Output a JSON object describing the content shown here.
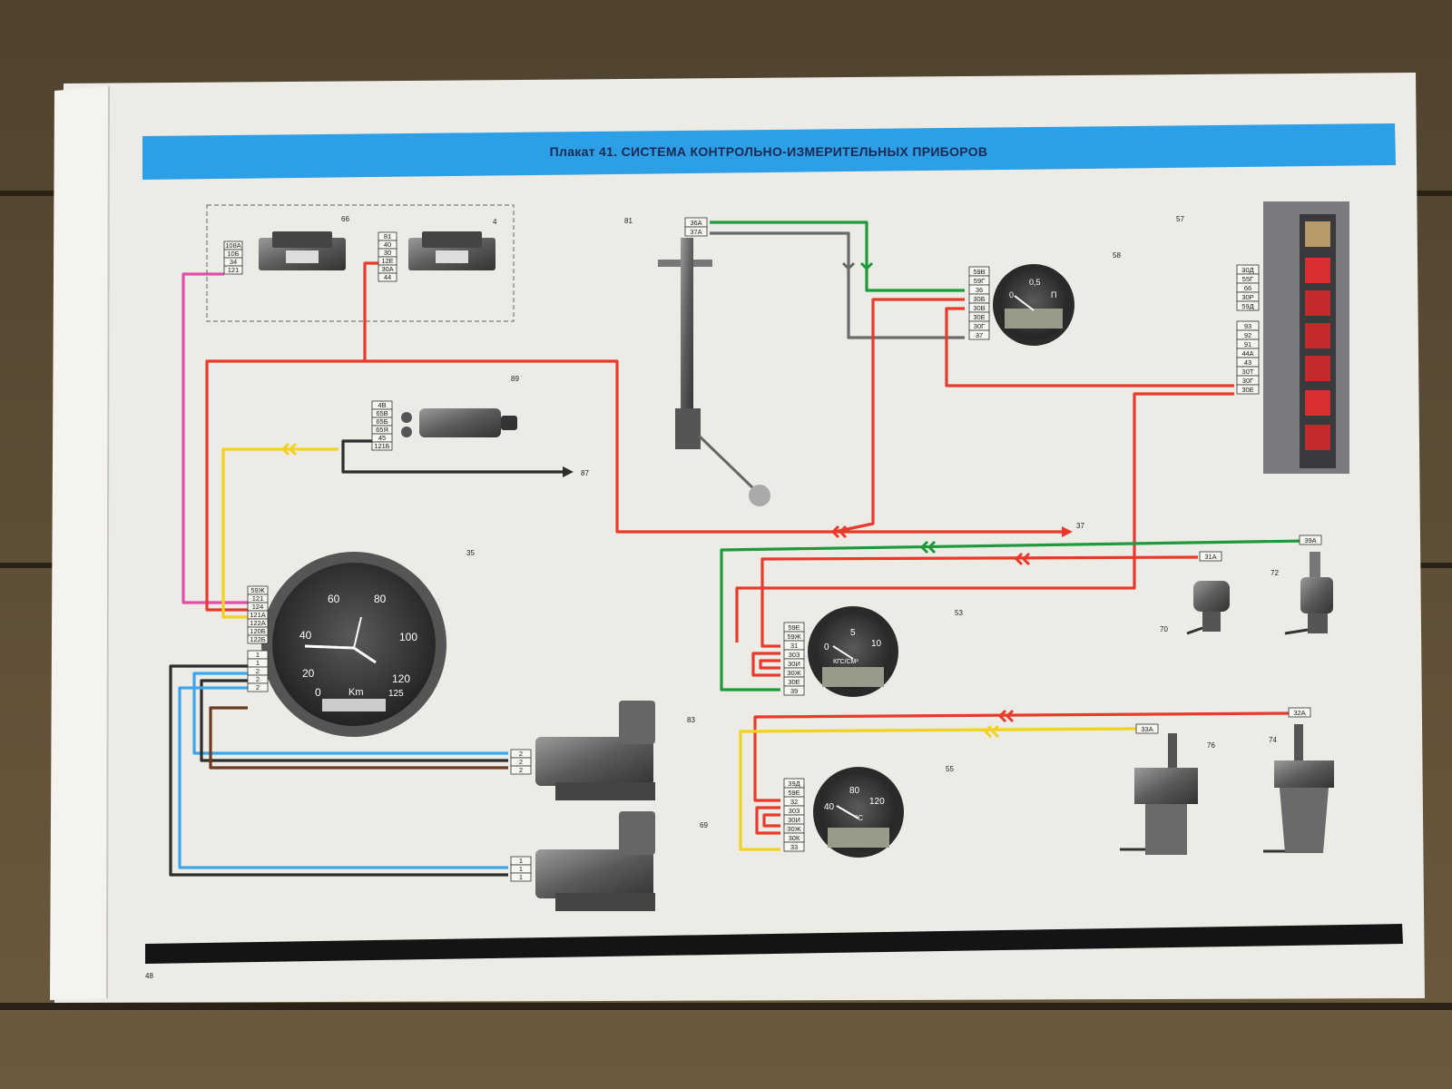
{
  "poster": {
    "title": "Плакат 41. СИСТЕМА КОНТРОЛЬНО-ИЗМЕРИТЕЛЬНЫХ ПРИБОРОВ",
    "page_number": "48"
  },
  "colors": {
    "banner": "#2d9fe6",
    "red": "#e8392c",
    "green": "#1e9a3c",
    "yellow": "#f2d21e",
    "blue": "#3ea6e8",
    "pink": "#e04fa6",
    "dark": "#3a3a3a",
    "gray": "#6a6a6a",
    "brown": "#6b3a22",
    "paper": "#ecebe6"
  },
  "components": {
    "c66": "66",
    "c4": "4",
    "c81": "81",
    "c89": "89",
    "c87": "87",
    "c57": "57",
    "c58": "58",
    "c37": "37",
    "c35": "35",
    "c83": "83",
    "c69": "69",
    "c53": "53",
    "c55": "55",
    "c70": "70",
    "c72": "72",
    "c76": "76",
    "c74": "74"
  },
  "terminals": {
    "relay66": [
      "108А",
      "10Б",
      "34",
      "121"
    ],
    "relay4": [
      "81",
      "40",
      "30",
      "12Е",
      "30А",
      "44"
    ],
    "sensor81": [
      "36А",
      "37А"
    ],
    "switch89": [
      "4В",
      "65В",
      "65Б",
      "65Я",
      "45",
      "121Б"
    ],
    "gauge58": [
      "59В",
      "59Г",
      "36",
      "30Б",
      "30В",
      "30Е",
      "30Г",
      "37"
    ],
    "panel57": [
      "30Д",
      "55Г",
      "66",
      "30Р",
      "59Д",
      "93",
      "92",
      "91",
      "44А",
      "43",
      "30Т",
      "30Г",
      "30Е"
    ],
    "speedo35": [
      "59Ж",
      "121",
      "124",
      "121А",
      "122А",
      "120Б",
      "122Б",
      "1",
      "1",
      "2",
      "2",
      "2"
    ],
    "sensor83": [
      "2",
      "2",
      "2"
    ],
    "sensor69": [
      "1",
      "1",
      "1"
    ],
    "gauge53": [
      "59Е",
      "59Ж",
      "31",
      "30З",
      "30И",
      "30Ж",
      "30Е",
      "39"
    ],
    "gauge55": [
      "39Д",
      "59Е",
      "32",
      "30З",
      "30И",
      "30Ж",
      "30К",
      "33"
    ],
    "sensor70": "31А",
    "sensor72": "39А",
    "sensor76": "33А",
    "sensor74": "32А"
  },
  "dials": {
    "speedometer": {
      "ticks": [
        "0",
        "20",
        "40",
        "60",
        "80",
        "100",
        "120",
        "125"
      ],
      "unit": "Km"
    },
    "fuel_gauge": {
      "ticks": [
        "0",
        "0,5",
        "П"
      ]
    },
    "oil_pressure": {
      "ticks": [
        "0",
        "5",
        "10"
      ],
      "unit": "КГС/СМ²"
    },
    "temperature": {
      "ticks": [
        "40",
        "80",
        "120"
      ],
      "unit": "°C"
    }
  }
}
